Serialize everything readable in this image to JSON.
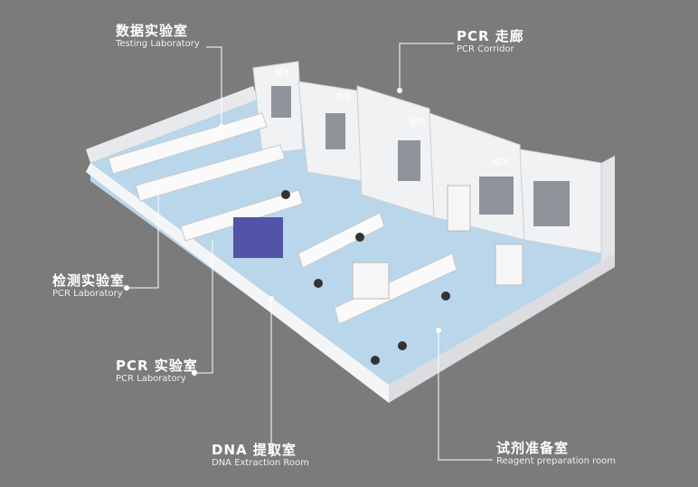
{
  "labels": {
    "testing_lab": {
      "cn": "数据实验室",
      "en": "Testing Laboratory"
    },
    "pcr_corridor": {
      "cn": "PCR 走廊",
      "en": "PCR Corridor"
    },
    "detection_lab": {
      "cn": "检测实验室",
      "en": "PCR Laboratory"
    },
    "pcr_lab": {
      "cn": "PCR 实验室",
      "en": "PCR Laboratory"
    },
    "dna_room": {
      "cn": "DNA 提取室",
      "en": "DNA Extraction Room"
    },
    "reagent_room": {
      "cn": "试剂准备室",
      "en": "Reagent preparation room"
    }
  },
  "buffers": [
    "缓冲",
    "缓冲",
    "缓冲",
    "缓冲"
  ],
  "colors": {
    "background": "#7b7b7b",
    "floor": "#b9d6ea",
    "wall": "#f1f2f4",
    "leader": "#ffffff"
  }
}
